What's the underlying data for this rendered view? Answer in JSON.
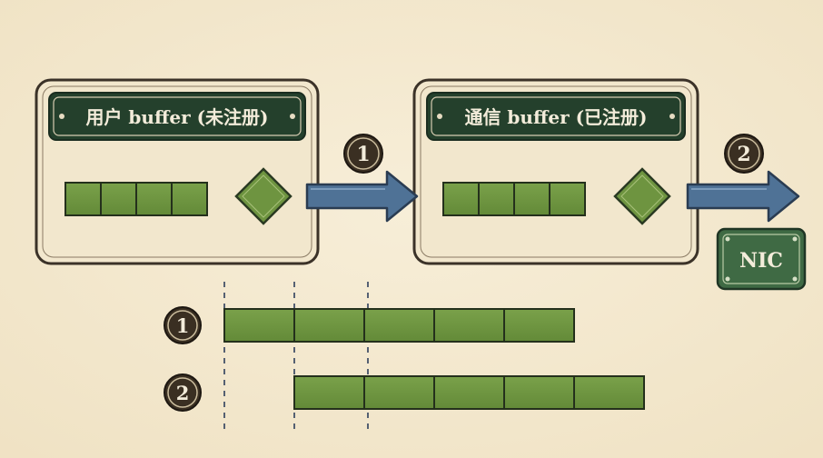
{
  "panels": [
    {
      "title": "用户 buffer (未注册)",
      "cells": 4
    },
    {
      "title": "通信 buffer (已注册)",
      "cells": 4
    }
  ],
  "steps": [
    {
      "label": "1"
    },
    {
      "label": "2"
    }
  ],
  "nic": {
    "label": "NIC"
  },
  "timeline": [
    {
      "label": "1",
      "segments": 5,
      "offset": 0
    },
    {
      "label": "2",
      "segments": 5,
      "offset": 1
    }
  ],
  "colors": {
    "background": "#f4e9cf",
    "panel_fill": "#f1e6cb",
    "dark_green": "#2c4a33",
    "cell_green": "#6e9440",
    "arrow_blue": "#4f7296",
    "badge_dark": "#3a2f22"
  }
}
